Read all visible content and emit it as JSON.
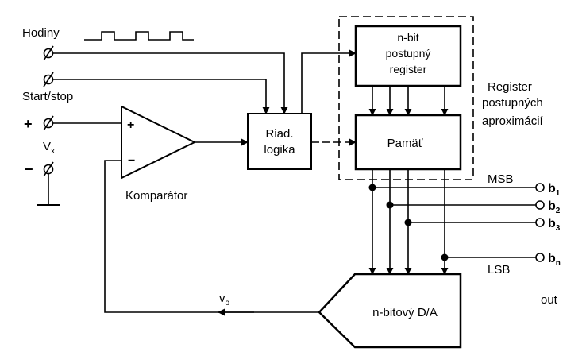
{
  "inputs": {
    "clock_label": "Hodiny",
    "start_stop_label": "Start/stop",
    "plus_sign": "+",
    "minus_sign": "−",
    "vx_main": "V",
    "vx_sub": "x"
  },
  "comparator": {
    "label": "Komparátor",
    "plus": "+",
    "minus": "−"
  },
  "control_logic": {
    "line1": "Riad.",
    "line2": "logika"
  },
  "shift_register": {
    "line1": "n-bit",
    "line2": "postupný",
    "line3": "register"
  },
  "memory": {
    "label": "Pamäť"
  },
  "sar_group": {
    "line1": "Register",
    "line2": "postupných",
    "line3": "aproximácií"
  },
  "outputs": {
    "msb": "MSB",
    "lsb": "LSB",
    "out": "out",
    "bits": [
      {
        "main": "b",
        "sub": "1"
      },
      {
        "main": "b",
        "sub": "2"
      },
      {
        "main": "b",
        "sub": "3"
      },
      {
        "main": "b",
        "sub": "n"
      }
    ]
  },
  "dac": {
    "label": "n-bitový D/A",
    "vo_main": "v",
    "vo_sub": "o"
  }
}
